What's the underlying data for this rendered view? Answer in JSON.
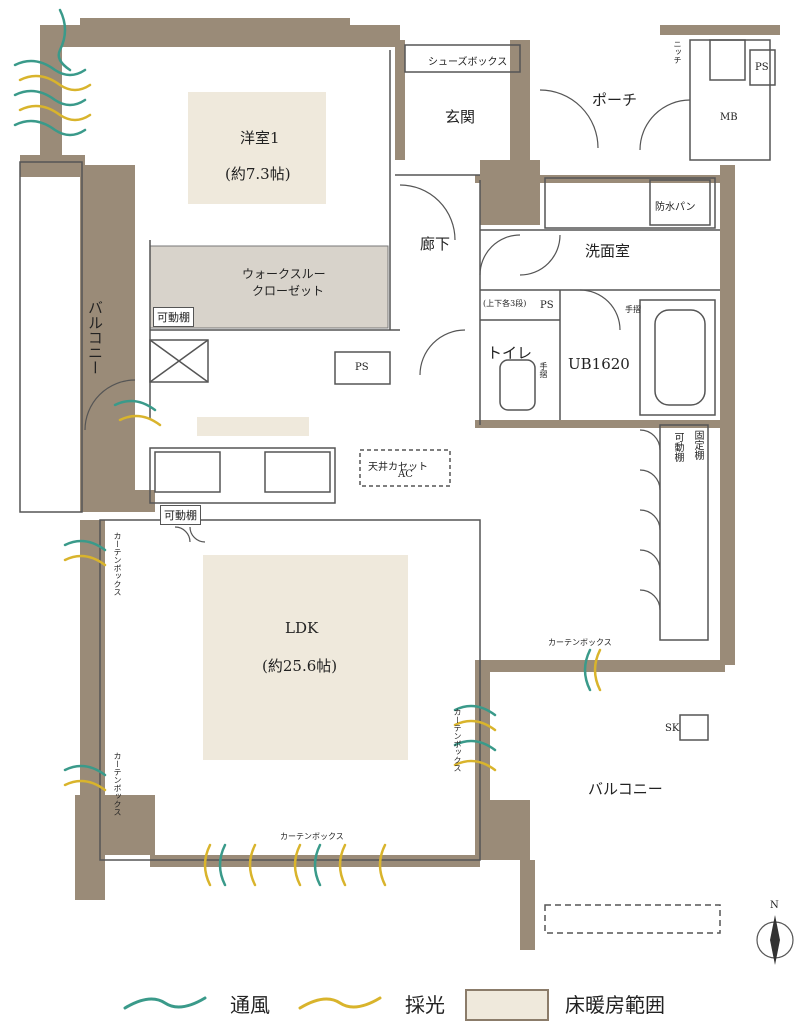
{
  "rooms": {
    "western_room_name": "洋室1",
    "western_room_size": "(約7.3帖)",
    "entrance": "玄関",
    "porch": "ポーチ",
    "mb": "MB",
    "ps_top": "PS",
    "niche": "ニッチ",
    "shoe_box": "シューズボックス",
    "waterproof_pan": "防水パン",
    "hallway": "廊下",
    "washroom": "洗面室",
    "walk_through_closet_1": "ウォークスルー",
    "walk_through_closet_2": "クローゼット",
    "adjustable_shelf_1": "可動棚",
    "ps_mid": "PS",
    "toilet": "トイレ",
    "shelf_levels": "(上下各3段)",
    "ps_small": "PS",
    "handrail_1": "手摺",
    "handrail_2": "手摺",
    "ub": "UB1620",
    "balcony_left": "バルコニー",
    "ceiling_ac_1": "天井カセット",
    "ceiling_ac_2": "AC",
    "adjustable_shelf_2": "可動棚",
    "curtain_box_top_right": "カーテンボックス",
    "curtain_box_left_1": "カーテンボックス",
    "curtain_box_left_2": "カーテンボックス",
    "curtain_box_mid": "カーテンボックス",
    "curtain_box_bottom": "カーテンボックス",
    "ldk_name": "LDK",
    "ldk_size": "(約25.6帖)",
    "sk": "SK",
    "balcony_right": "バルコニー",
    "fixed_shelf": "固定棚",
    "adjustable_shelf_v": "可動棚",
    "north": "N"
  },
  "legend": {
    "ventilation": "通風",
    "daylight": "採光",
    "floor_heating": "床暖房範囲"
  },
  "colors": {
    "wall": "#9a8b78",
    "wall_dark": "#8a7b68",
    "heated": "#efe9dc",
    "closet": "#d8d3cb",
    "ventilation": "#3a9a8a",
    "daylight": "#d9b42c"
  }
}
